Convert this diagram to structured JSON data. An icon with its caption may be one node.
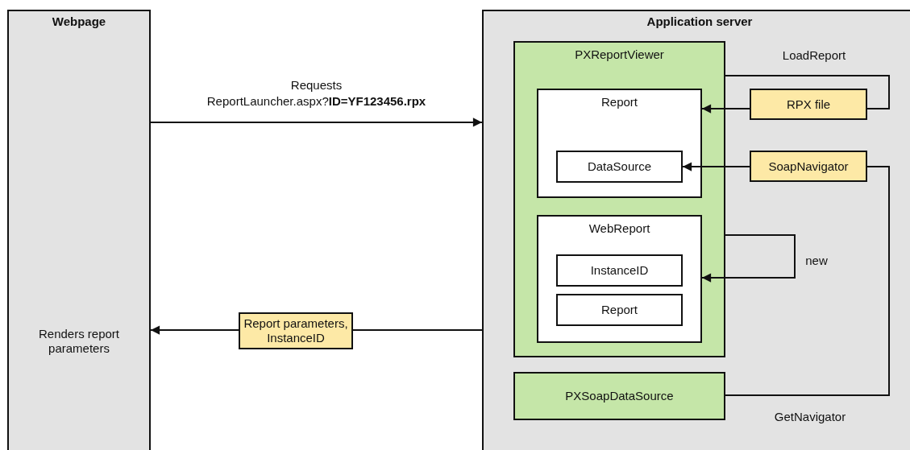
{
  "diagram": {
    "nodes": [
      {
        "text": [
          "Webpage",
          "Renders report parameters"
        ]
      },
      {
        "text": [
          "Application server"
        ]
      },
      {
        "text": [
          "PXReportViewer"
        ],
        "in": 1
      },
      {
        "text": [
          "Report"
        ],
        "in": 2
      },
      {
        "text": [
          "DataSource"
        ],
        "in": 3
      },
      {
        "text": [
          "WebReport"
        ],
        "in": 2
      },
      {
        "text": [
          "InstanceID"
        ],
        "in": 5
      },
      {
        "text": [
          "Report"
        ],
        "in": 5
      },
      {
        "text": [
          "PXSoapDataSource"
        ],
        "in": 1
      },
      {
        "text": [
          "RPX file"
        ],
        "in": 1
      },
      {
        "text": [
          "SoapNavigator"
        ],
        "in": 1
      },
      {
        "text": [
          "Report parameters, InstanceID"
        ]
      }
    ],
    "edges": [
      {
        "from": 0,
        "to": 1,
        "arrow": "to",
        "label": "Requests ReportLauncher.aspx?**ID=YF123456.rpx**"
      },
      {
        "from": 1,
        "to": 11,
        "arrow": "none"
      },
      {
        "from": 11,
        "to": 0,
        "arrow": "to"
      },
      {
        "from": 2,
        "to": 9,
        "arrow": "none",
        "label": "LoadReport"
      },
      {
        "from": 9,
        "to": 3,
        "arrow": "to"
      },
      {
        "from": 10,
        "to": 4,
        "arrow": "to"
      },
      {
        "from": 2,
        "to": 5,
        "arrow": "to",
        "label": "new"
      },
      {
        "from": 8,
        "to": 10,
        "arrow": "none",
        "label": "GetNavigator"
      }
    ]
  }
}
